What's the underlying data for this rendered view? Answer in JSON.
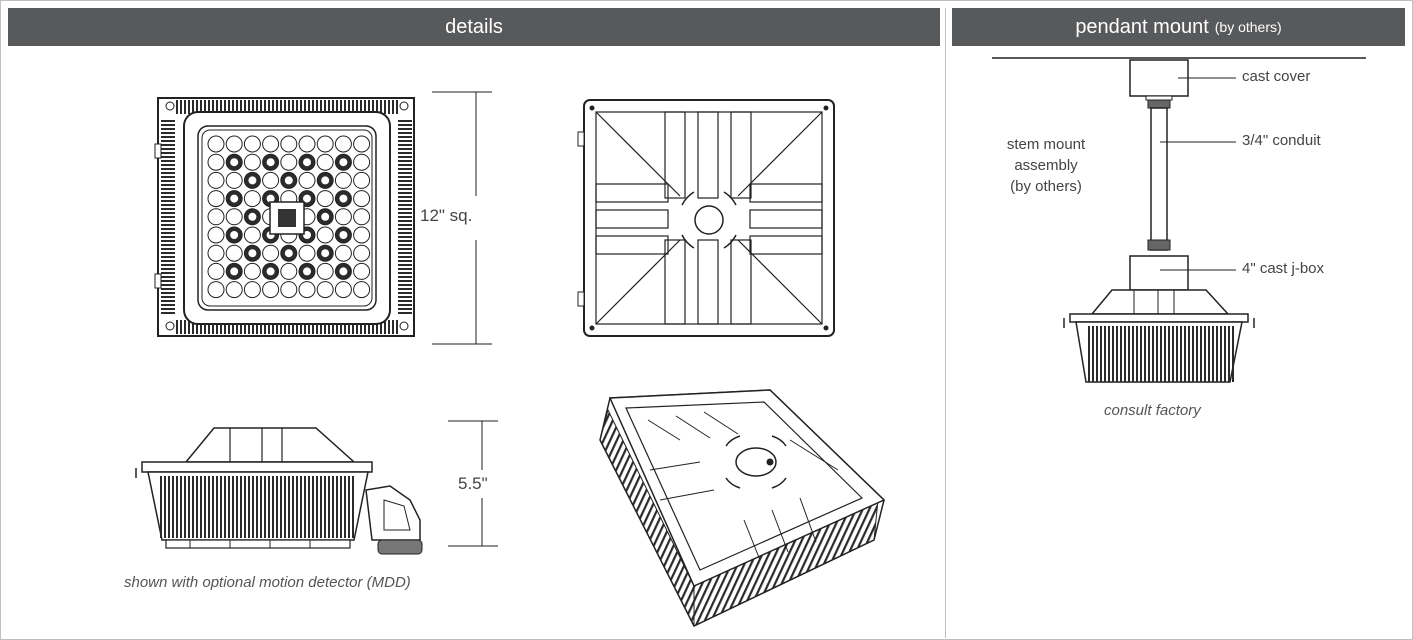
{
  "headers": {
    "details": "details",
    "pendant_title": "pendant mount",
    "pendant_sub": "(by others)"
  },
  "details": {
    "dim_square": "12\" sq.",
    "dim_height": "5.5\"",
    "caption_side": "shown with optional motion detector (MDD)"
  },
  "pendant": {
    "cast_cover": "cast cover",
    "conduit": "3/4\" conduit",
    "jbox": "4\" cast j-box",
    "stem_line1": "stem mount",
    "stem_line2": "assembly",
    "stem_line3": "(by others)",
    "consult": "consult factory"
  },
  "colors": {
    "header_bg": "#58595b",
    "header_text": "#ffffff",
    "line": "#222222",
    "fin_dark": "#333333"
  }
}
